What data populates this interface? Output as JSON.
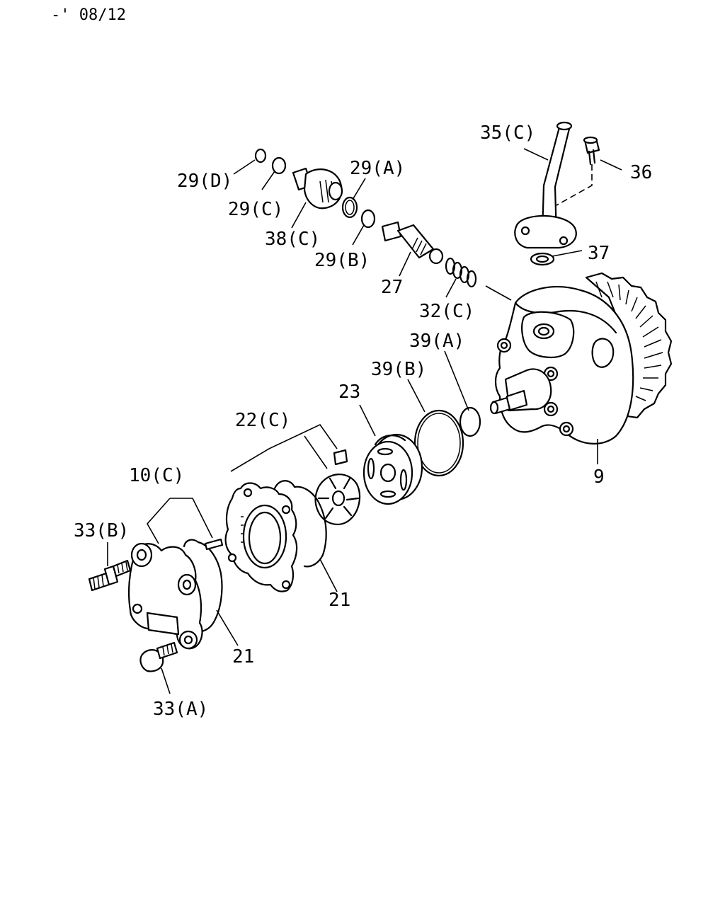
{
  "header": {
    "revision": "-' 08/12"
  },
  "labels": {
    "l9": "9",
    "l10c": "10(C)",
    "l21a": "21",
    "l21b": "21",
    "l22c": "22(C)",
    "l23": "23",
    "l27": "27",
    "l29a": "29(A)",
    "l29b": "29(B)",
    "l29c": "29(C)",
    "l29d": "29(D)",
    "l32c": "32(C)",
    "l33a": "33(A)",
    "l33b": "33(B)",
    "l35c": "35(C)",
    "l36": "36",
    "l37": "37",
    "l38c": "38(C)",
    "l39a": "39(A)",
    "l39b": "39(B)"
  }
}
